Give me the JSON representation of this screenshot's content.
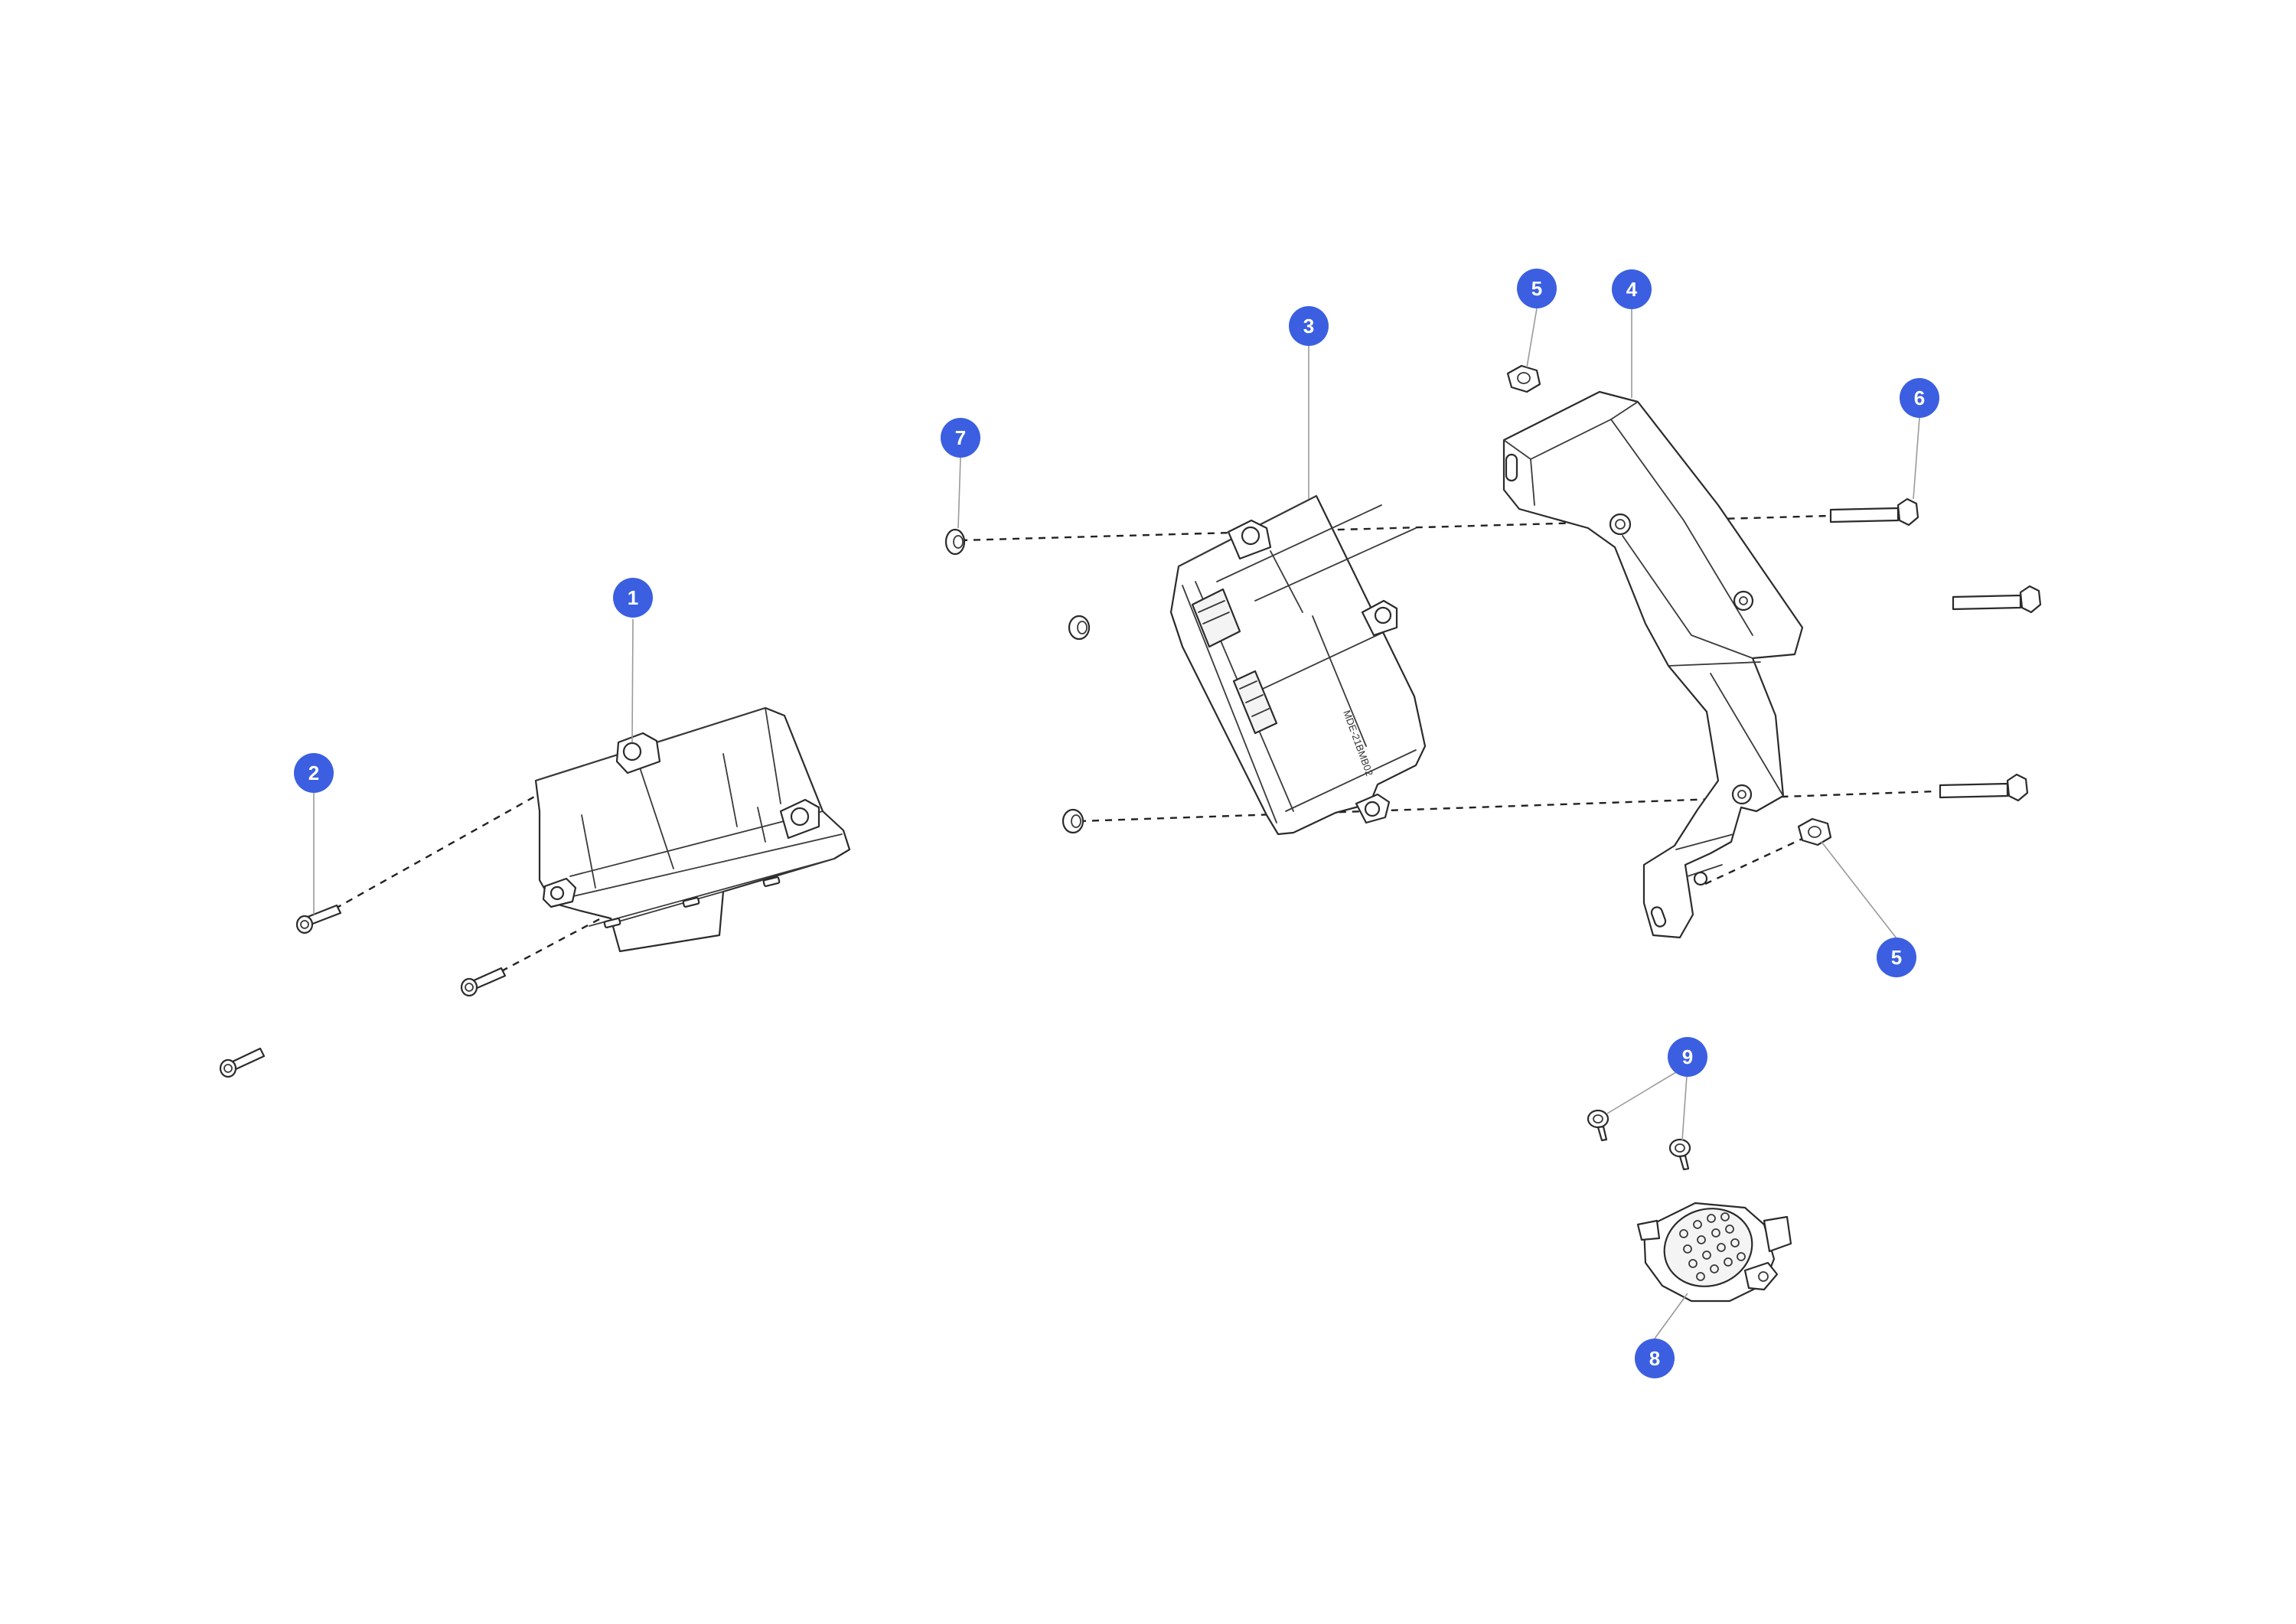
{
  "callout_color": "#3b5fe0",
  "line_color": "#2b2b2b",
  "callouts": [
    {
      "id": "c1",
      "label": "1"
    },
    {
      "id": "c2",
      "label": "2"
    },
    {
      "id": "c3",
      "label": "3"
    },
    {
      "id": "c4",
      "label": "4"
    },
    {
      "id": "c5a",
      "label": "5"
    },
    {
      "id": "c5b",
      "label": "5"
    },
    {
      "id": "c6",
      "label": "6"
    },
    {
      "id": "c7",
      "label": "7"
    },
    {
      "id": "c8",
      "label": "8"
    },
    {
      "id": "c9",
      "label": "9"
    }
  ],
  "parts": {
    "module_label": "MDE-21BMB02"
  }
}
